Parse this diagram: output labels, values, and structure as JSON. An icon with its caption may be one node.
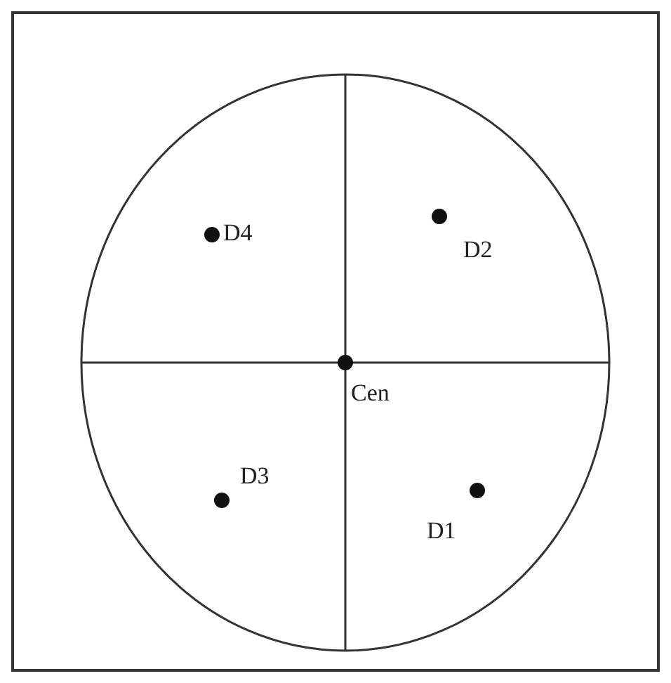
{
  "diagram": {
    "labels": [
      "D4",
      "D2",
      "Cen",
      "D3",
      "D1"
    ]
  }
}
